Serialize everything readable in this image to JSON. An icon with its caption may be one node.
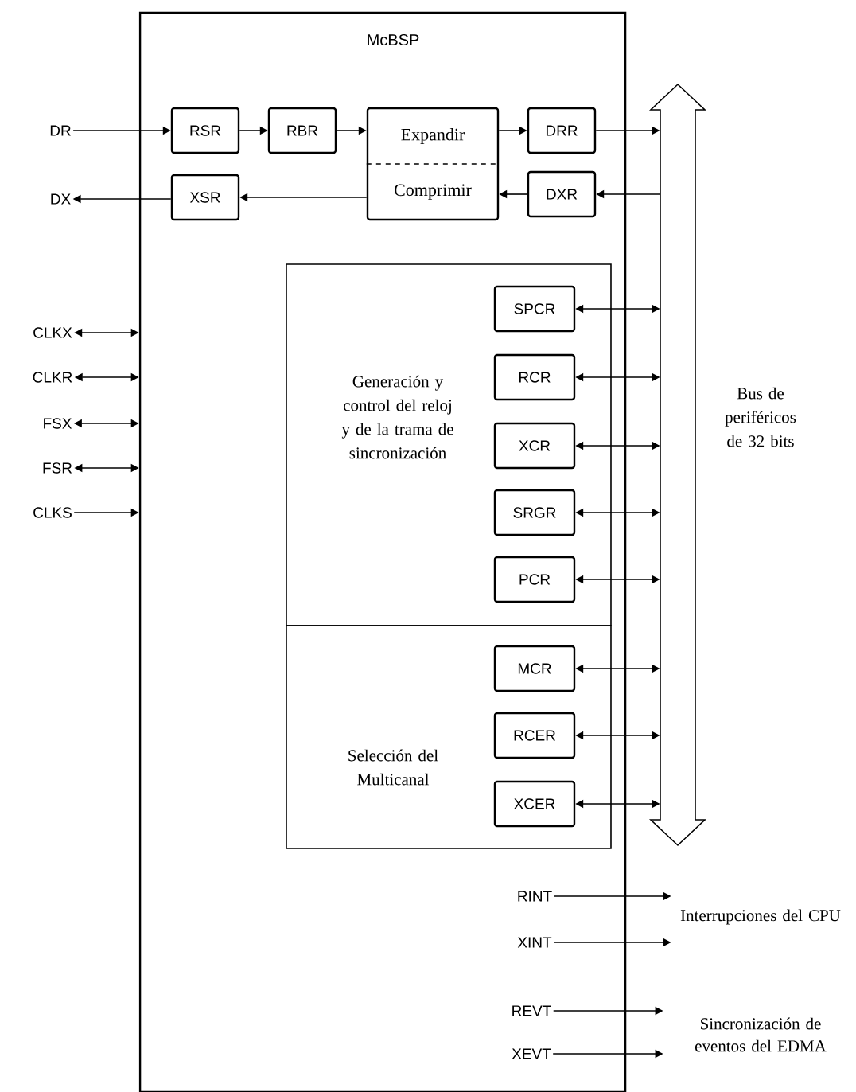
{
  "diagram": {
    "nodes": [
      {
        "text": [
          "McBSP"
        ]
      },
      {
        "text": [
          "DR"
        ]
      },
      {
        "text": [
          "RSR"
        ],
        "in": 0
      },
      {
        "text": [
          "RBR"
        ],
        "in": 0
      },
      {
        "text": [
          "Expandir",
          "Comprimir"
        ],
        "in": 0
      },
      {
        "text": [
          "DRR"
        ],
        "in": 0
      },
      {
        "text": [
          "DX"
        ]
      },
      {
        "text": [
          "XSR"
        ],
        "in": 0
      },
      {
        "text": [
          "DXR"
        ],
        "in": 0
      },
      {
        "text": [],
        "shape": "arrow",
        "beside": [
          "Bus de periféricos de 32 bits"
        ]
      },
      {
        "text": [
          "CLKX"
        ]
      },
      {
        "text": [
          "CLKR"
        ]
      },
      {
        "text": [
          "FSX"
        ]
      },
      {
        "text": [
          "FSR"
        ]
      },
      {
        "text": [
          "CLKS"
        ]
      },
      {
        "text": [
          "Generación y control del reloj y de la trama de sincronización"
        ],
        "in": 0
      },
      {
        "text": [
          "SPCR"
        ],
        "in": 15
      },
      {
        "text": [
          "RCR"
        ],
        "in": 15
      },
      {
        "text": [
          "XCR"
        ],
        "in": 15
      },
      {
        "text": [
          "SRGR"
        ],
        "in": 15
      },
      {
        "text": [
          "PCR"
        ],
        "in": 15
      },
      {
        "text": [
          "Selección del Multicanal"
        ],
        "in": 0
      },
      {
        "text": [
          "MCR"
        ],
        "in": 21
      },
      {
        "text": [
          "RCER"
        ],
        "in": 21
      },
      {
        "text": [
          "XCER"
        ],
        "in": 21
      },
      {
        "text": [
          "RINT"
        ],
        "in": 0
      },
      {
        "text": [
          "XINT"
        ],
        "in": 0
      },
      {
        "text": [
          "REVT"
        ],
        "in": 0
      },
      {
        "text": [
          "XEVT"
        ],
        "in": 0
      },
      {
        "text": [
          "Interrupciones del CPU"
        ]
      },
      {
        "text": [
          "Sincronización de eventos del EDMA"
        ]
      }
    ],
    "edges": [
      {
        "from": 1,
        "to": 2,
        "arrow": "to"
      },
      {
        "from": 2,
        "to": 3,
        "arrow": "to"
      },
      {
        "from": 3,
        "to": 4,
        "arrow": "to"
      },
      {
        "from": 4,
        "to": 5,
        "arrow": "to"
      },
      {
        "from": 5,
        "to": 9,
        "arrow": "to"
      },
      {
        "from": 9,
        "to": 8,
        "arrow": "to"
      },
      {
        "from": 8,
        "to": 4,
        "arrow": "to"
      },
      {
        "from": 4,
        "to": 7,
        "arrow": "to"
      },
      {
        "from": 7,
        "to": 6,
        "arrow": "to"
      },
      {
        "from": 10,
        "to": 0,
        "arrow": "both"
      },
      {
        "from": 11,
        "to": 0,
        "arrow": "both"
      },
      {
        "from": 12,
        "to": 0,
        "arrow": "both"
      },
      {
        "from": 13,
        "to": 0,
        "arrow": "both"
      },
      {
        "from": 14,
        "to": 0,
        "arrow": "to"
      },
      {
        "from": 16,
        "to": 9,
        "arrow": "both"
      },
      {
        "from": 17,
        "to": 9,
        "arrow": "both"
      },
      {
        "from": 18,
        "to": 9,
        "arrow": "both"
      },
      {
        "from": 19,
        "to": 9,
        "arrow": "both"
      },
      {
        "from": 20,
        "to": 9,
        "arrow": "both"
      },
      {
        "from": 22,
        "to": 9,
        "arrow": "both"
      },
      {
        "from": 23,
        "to": 9,
        "arrow": "both"
      },
      {
        "from": 24,
        "to": 9,
        "arrow": "both"
      },
      {
        "from": 25,
        "to": 29,
        "arrow": "to"
      },
      {
        "from": 26,
        "to": 29,
        "arrow": "to"
      },
      {
        "from": 27,
        "to": 30,
        "arrow": "to"
      },
      {
        "from": 28,
        "to": 30,
        "arrow": "to"
      }
    ]
  }
}
